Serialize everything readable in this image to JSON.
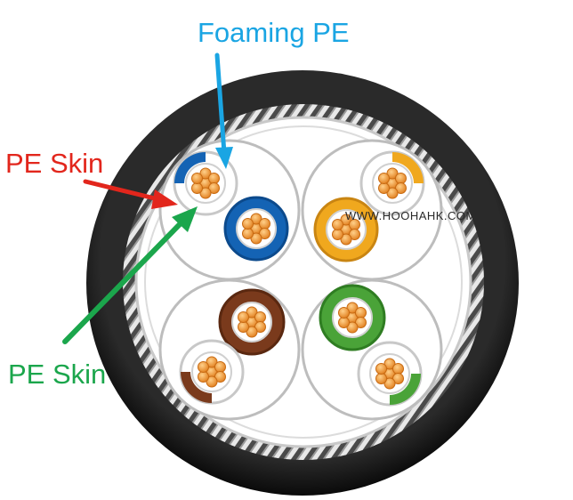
{
  "labels": {
    "foaming_pe": "Foaming PE",
    "pe_skin_red": "PE Skin",
    "pe_skin_green": "PE Skin"
  },
  "watermark": "WWW.HOOHAHK.COM",
  "colors": {
    "foaming_pe_label": "#1aa5e3",
    "pe_skin_red_label": "#e2261c",
    "pe_skin_green_label": "#1ba64c",
    "jacket": "#141414",
    "copper": "#f08a24",
    "pair_blue": "#1463b4",
    "pair_orange": "#f0a81e",
    "pair_brown": "#7a3a1c",
    "pair_green": "#4aa338"
  },
  "pairs": [
    {
      "name": "blue",
      "color": "#1463b4"
    },
    {
      "name": "orange",
      "color": "#f0a81e"
    },
    {
      "name": "brown",
      "color": "#7a3a1c"
    },
    {
      "name": "green",
      "color": "#4aa338"
    }
  ]
}
